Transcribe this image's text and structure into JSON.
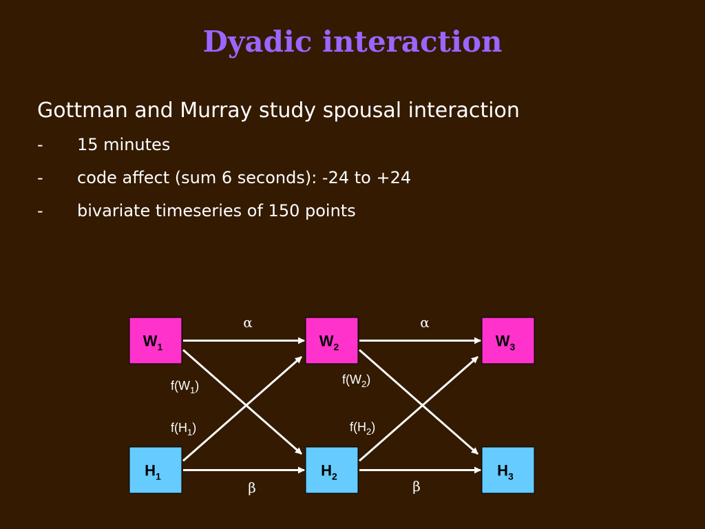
{
  "slide": {
    "title": "Dyadic interaction",
    "heading": "Gottman and Murray study spousal interaction",
    "bullets": [
      {
        "marker": "-",
        "text": "15 minutes"
      },
      {
        "marker": "-",
        "text": "code affect (sum 6 seconds): -24 to +24"
      },
      {
        "marker": "-",
        "text": "bivariate timeseries of 150 points"
      }
    ]
  },
  "diagram": {
    "colors": {
      "w_node": "#ff33cc",
      "h_node": "#66ccff",
      "arrow": "#ffffff",
      "node_text": "#000000"
    },
    "nodes": [
      {
        "id": "W1",
        "letter": "W",
        "sub": "1",
        "row": "w",
        "col": 0
      },
      {
        "id": "W2",
        "letter": "W",
        "sub": "2",
        "row": "w",
        "col": 1
      },
      {
        "id": "W3",
        "letter": "W",
        "sub": "3",
        "row": "w",
        "col": 2
      },
      {
        "id": "H1",
        "letter": "H",
        "sub": "1",
        "row": "h",
        "col": 0
      },
      {
        "id": "H2",
        "letter": "H",
        "sub": "2",
        "row": "h",
        "col": 1
      },
      {
        "id": "H3",
        "letter": "H",
        "sub": "3",
        "row": "h",
        "col": 2
      }
    ],
    "edges": [
      {
        "from": "W1",
        "to": "W2"
      },
      {
        "from": "W2",
        "to": "W3"
      },
      {
        "from": "H1",
        "to": "H2"
      },
      {
        "from": "H2",
        "to": "H3"
      },
      {
        "from": "W1",
        "to": "H2"
      },
      {
        "from": "H1",
        "to": "W2"
      },
      {
        "from": "W2",
        "to": "H3"
      },
      {
        "from": "H2",
        "to": "W3"
      }
    ],
    "labels": {
      "alpha": "α",
      "beta": "β",
      "fw1": {
        "pre": "f(W",
        "sub": "1",
        "post": ")"
      },
      "fh1": {
        "pre": "f(H",
        "sub": "1",
        "post": ")"
      },
      "fw2": {
        "pre": "f(W",
        "sub": "2",
        "post": ")"
      },
      "fh2": {
        "pre": "f(H",
        "sub": "2",
        "post": ")"
      }
    }
  }
}
